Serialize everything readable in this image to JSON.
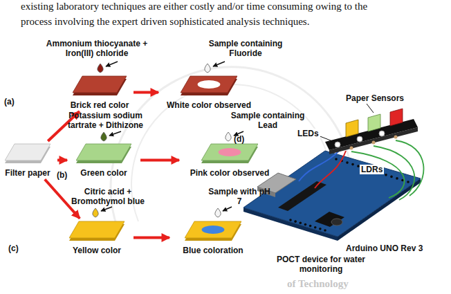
{
  "diagram": {
    "nodes": [
      {
        "text": [
          "Filter paper"
        ]
      },
      {
        "text": [
          "Brick red color"
        ]
      },
      {
        "text": [
          "White color observed"
        ]
      },
      {
        "text": [
          "Green color"
        ]
      },
      {
        "text": [
          "Pink color observed"
        ]
      },
      {
        "text": [
          "Yellow color"
        ]
      },
      {
        "text": [
          "Blue coloration"
        ]
      }
    ],
    "edges": [
      {
        "from": 0,
        "to": 1,
        "arrow": "to"
      },
      {
        "from": 0,
        "to": 3,
        "arrow": "to"
      },
      {
        "from": 0,
        "to": 5,
        "arrow": "to"
      },
      {
        "from": 1,
        "to": 2,
        "arrow": "to"
      },
      {
        "from": 3,
        "to": 4,
        "arrow": "to"
      },
      {
        "from": 5,
        "to": 6,
        "arrow": "to"
      }
    ],
    "labels": [
      "existing laboratory techniques are either costly and/or time consuming owing to the",
      "process involving the expert driven sophisticated analysis techniques.",
      "(a)",
      "Ammonium thiocyanate + Iron(III) chloride",
      "Sample containing Fluoride",
      "(b)",
      "Potassium sodium tartrate + Dithizone",
      "Sample containing Lead",
      "Citric acid + Bromothymol blue",
      "Sample with pH 7",
      "(d)",
      "Paper Sensors",
      "LEDs",
      "LDRs",
      "Arduino UNO Rev 3",
      "POCT device for water monitoring",
      "(c)",
      "of Technology"
    ]
  }
}
